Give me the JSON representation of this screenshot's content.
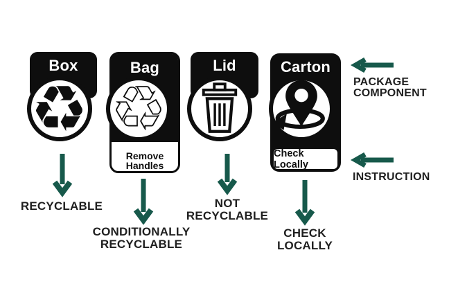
{
  "colors": {
    "bg": "#ffffff",
    "ink": "#0e0e0e",
    "text": "#1f1f1f",
    "arrow": "#17594b"
  },
  "labels": [
    {
      "title": "Box",
      "icon": "recycle-solid",
      "icon_glyph": "♻",
      "outcome_lines": [
        "RECYCLABLE"
      ]
    },
    {
      "title": "Bag",
      "icon": "recycle-outline",
      "icon_glyph": "♲",
      "instruction_lines": [
        "Remove",
        "Handles"
      ],
      "outcome_lines": [
        "CONDITIONALLY",
        "RECYCLABLE"
      ]
    },
    {
      "title": "Lid",
      "icon": "trash-can",
      "outcome_lines": [
        "NOT",
        "RECYCLABLE"
      ]
    },
    {
      "title": "Carton",
      "icon": "location-pin-swoosh",
      "instruction": "Check Locally",
      "outcome_lines": [
        "CHECK",
        "LOCALLY"
      ]
    }
  ],
  "annotations": {
    "package_component_lines": [
      "PACKAGE",
      "COMPONENT"
    ],
    "instruction_label": "INSTRUCTION"
  }
}
